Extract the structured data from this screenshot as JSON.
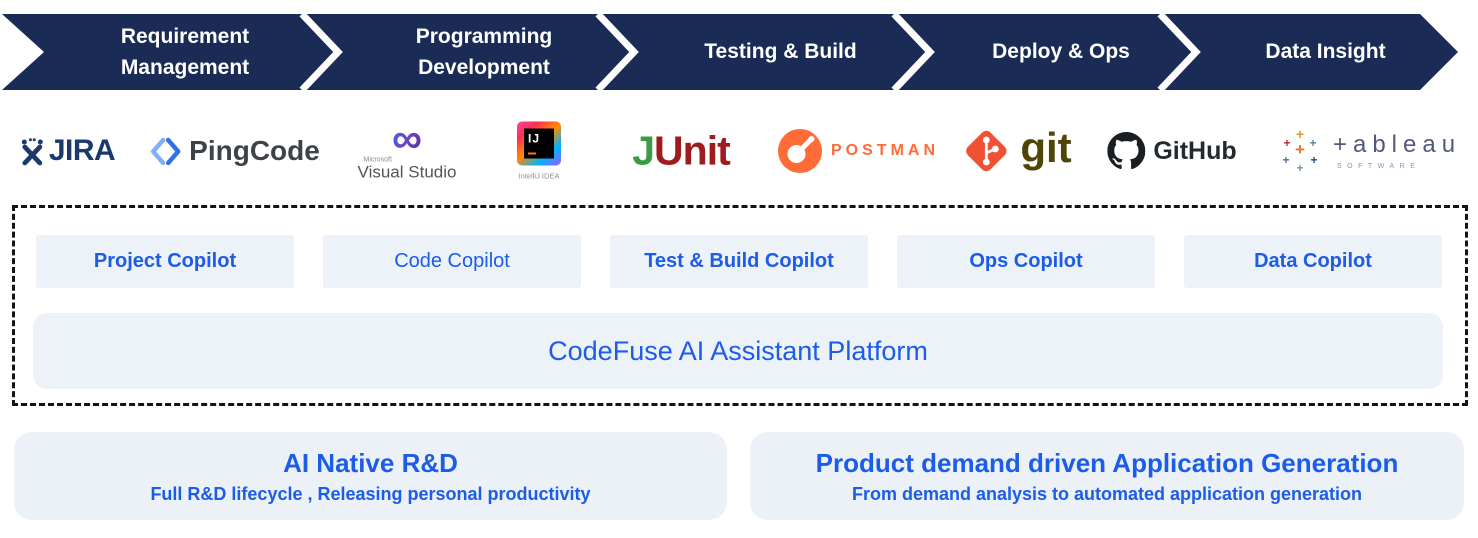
{
  "colors": {
    "banner_navy": "#1A2B55",
    "accent_blue": "#1B5CE8",
    "panel_bg": "#EDF1F8",
    "benefit_bg": "#ECF0F7"
  },
  "pipeline": {
    "stages": [
      {
        "label": "Requirement\nManagement"
      },
      {
        "label": "Programming\nDevelopment"
      },
      {
        "label": "Testing & Build"
      },
      {
        "label": "Deploy & Ops"
      },
      {
        "label": "Data Insight"
      }
    ]
  },
  "tools": {
    "jira": {
      "name": "JIRA"
    },
    "pingcode": {
      "name": "PingCode"
    },
    "visualstudio": {
      "brand": "Microsoft",
      "name": "Visual Studio",
      "infinity": "∞"
    },
    "intellij": {
      "mark": "IJ",
      "caption": "IntelliJ IDEA"
    },
    "junit": {
      "j": "J",
      "unit": "Unit"
    },
    "postman": {
      "name": "POSTMAN"
    },
    "git": {
      "name": "git"
    },
    "github": {
      "name": "GitHub"
    },
    "tableau": {
      "word": "+ableau",
      "caption": "SOFTWARE"
    }
  },
  "copilots": [
    {
      "label": "Project Copilot"
    },
    {
      "label": "Code Copilot"
    },
    {
      "label": "Test & Build Copilot"
    },
    {
      "label": "Ops Copilot"
    },
    {
      "label": "Data Copilot"
    }
  ],
  "platform": {
    "label": "CodeFuse AI Assistant Platform"
  },
  "benefits": [
    {
      "title": "AI Native R&D",
      "subtitle": "Full R&D lifecycle , Releasing personal productivity"
    },
    {
      "title": "Product demand driven Application Generation",
      "subtitle": "From demand analysis to automated application generation"
    }
  ]
}
